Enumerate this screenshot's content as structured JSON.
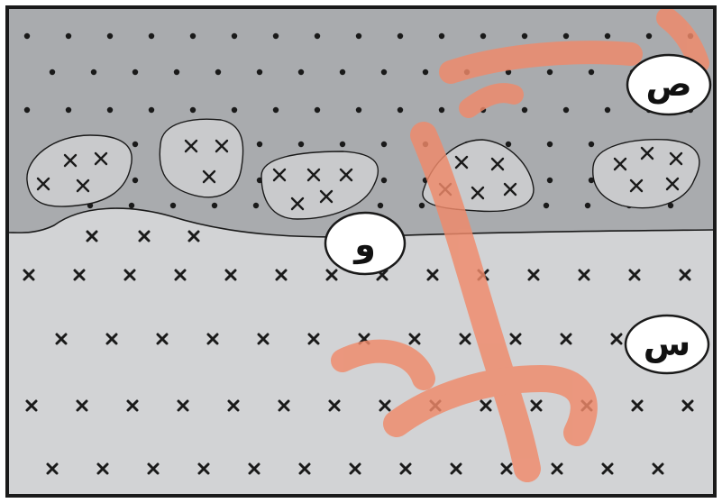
{
  "labels": {
    "upper_layer": "ص",
    "boundary": "و",
    "lower_layer": "س"
  },
  "colors": {
    "upper_fill": "#a9abae",
    "lower_fill": "#d2d3d5",
    "clast_fill": "#c9cacc",
    "frame": "#1a1a1a",
    "watermark": "#f08a6a"
  },
  "symbols": {
    "upper_layer_marker": "dot",
    "lower_layer_marker": "cross"
  },
  "watermark_logo": "أخ"
}
